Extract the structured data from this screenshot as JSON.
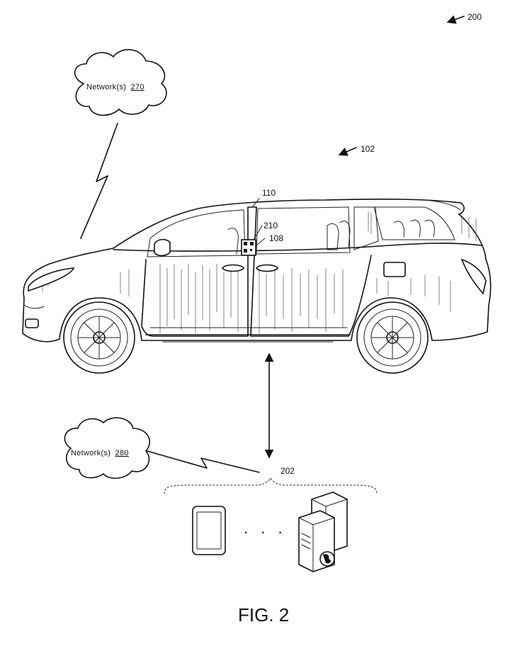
{
  "figure": {
    "label": "FIG. 2",
    "ref_figure": "200",
    "ref_vehicle": "102",
    "ref_pillar": "110",
    "ref_device_outer": "210",
    "ref_device": "108",
    "ref_devices_group": "202",
    "ellipsis": ". . ."
  },
  "networks": [
    {
      "name": "Network(s)",
      "ref": "270"
    },
    {
      "name": "Network(s)",
      "ref": "280"
    }
  ],
  "icons": [
    "cloud-icon",
    "lightning-bolt-icon",
    "tablet-icon",
    "server-icon",
    "globe-icon",
    "double-arrow-icon"
  ]
}
